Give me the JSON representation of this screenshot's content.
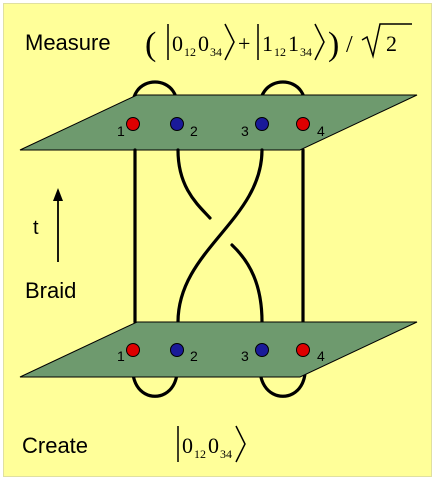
{
  "labels": {
    "measure": "Measure",
    "create": "Create",
    "braid": "Braid",
    "time": "t"
  },
  "states": {
    "top_kets": [
      {
        "a": "0",
        "sa": "12",
        "b": "0",
        "sb": "34"
      },
      {
        "a": "1",
        "sa": "12",
        "b": "1",
        "sb": "34"
      }
    ],
    "plus": "+",
    "slash": "/",
    "sqrt_radicand": "2",
    "bottom_ket": {
      "a": "0",
      "sa": "12",
      "b": "0",
      "sb": "34"
    }
  },
  "punctures": [
    {
      "label": "1",
      "color": "#dd0000"
    },
    {
      "label": "2",
      "color": "#1a1a99"
    },
    {
      "label": "3",
      "color": "#1a1a99"
    },
    {
      "label": "4",
      "color": "#dd0000"
    }
  ],
  "colors": {
    "background": "#ffff99",
    "plane": "#6e9a6e"
  }
}
